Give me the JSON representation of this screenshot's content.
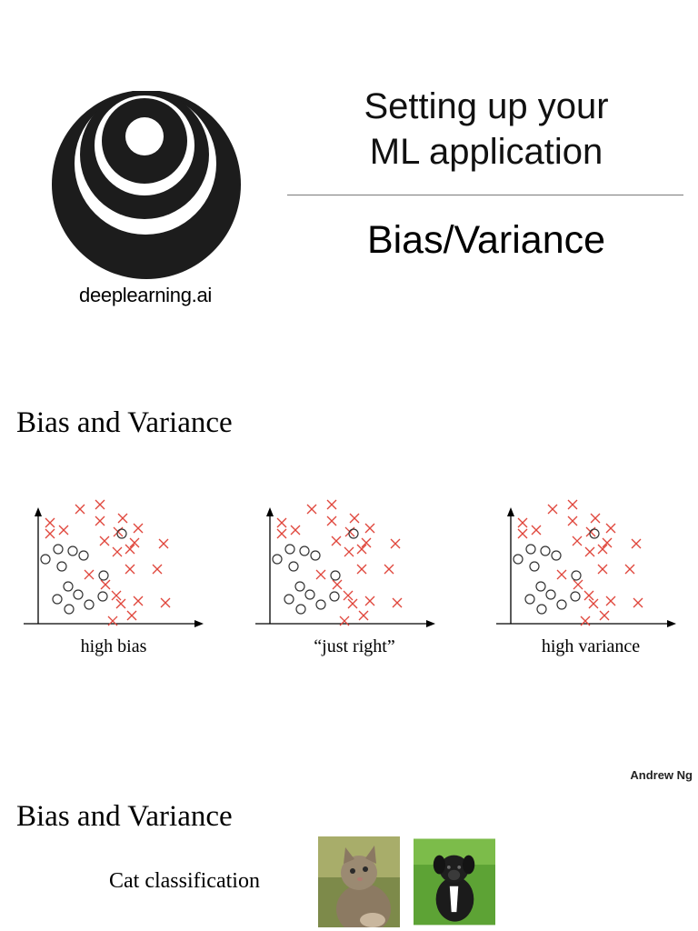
{
  "slide1": {
    "brand": "deeplearning.ai",
    "title_line1": "Setting up your",
    "title_line2": "ML application",
    "subtitle": "Bias/Variance"
  },
  "slide2": {
    "heading": "Bias and Variance",
    "plots": [
      {
        "caption": "high bias"
      },
      {
        "caption": "“just right”"
      },
      {
        "caption": "high variance"
      }
    ],
    "author": "Andrew Ng"
  },
  "slide3": {
    "heading": "Bias and Variance",
    "label": "Cat classification"
  },
  "colors": {
    "cross": "#e0463c",
    "circle": "#333333",
    "axis": "#000000"
  }
}
